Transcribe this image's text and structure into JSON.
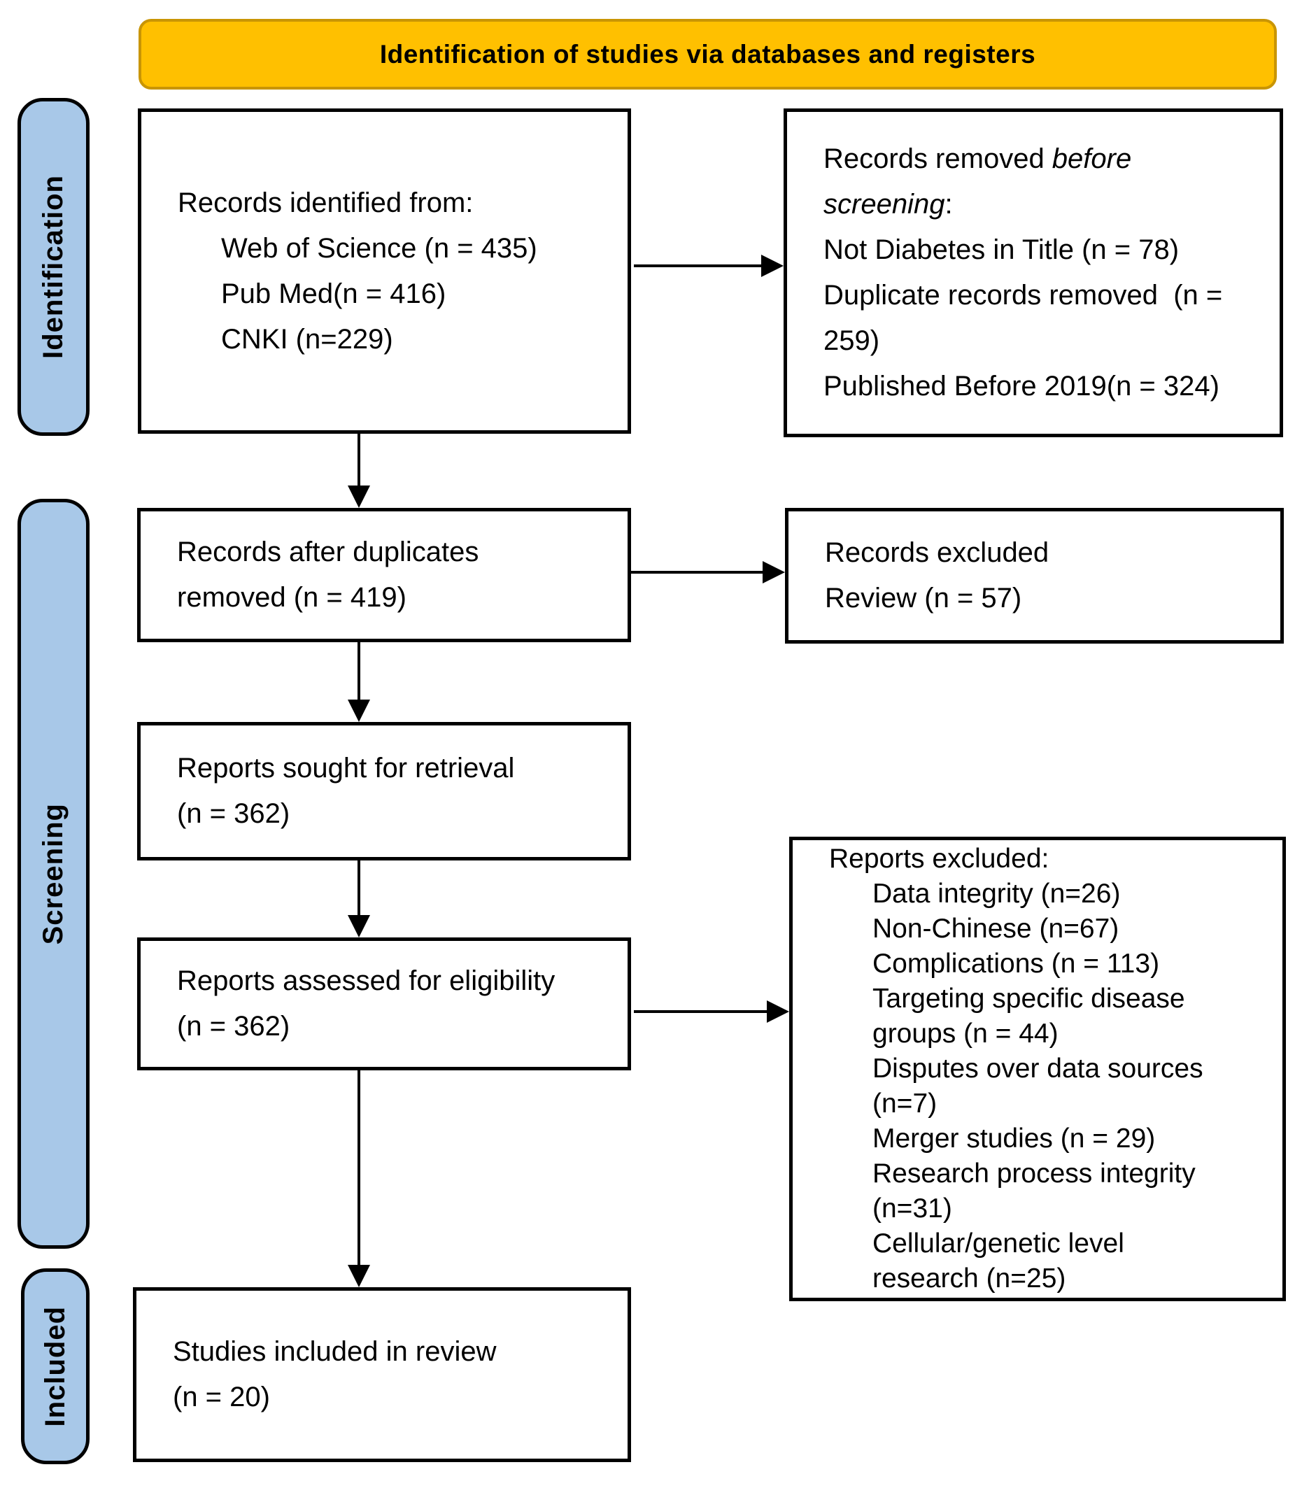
{
  "header": {
    "title": "Identification of studies via databases and registers"
  },
  "sidebar": {
    "identification": "Identification",
    "screening": "Screening",
    "included": "Included"
  },
  "boxes": {
    "records_identified": {
      "lines": [
        {
          "segments": [
            {
              "text": "Records identified from:"
            }
          ]
        },
        {
          "indent": true,
          "segments": [
            {
              "text": "Web of Science (n = 435)"
            }
          ]
        },
        {
          "indent": true,
          "segments": [
            {
              "text": "Pub Med(n = 416)"
            }
          ]
        },
        {
          "indent": true,
          "segments": [
            {
              "text": "CNKI (n=229)"
            }
          ]
        }
      ]
    },
    "records_removed": {
      "lines": [
        {
          "segments": [
            {
              "text": "Records removed "
            },
            {
              "text": "before",
              "italic": true
            }
          ]
        },
        {
          "segments": [
            {
              "text": "screening",
              "italic": true
            },
            {
              "text": ":"
            }
          ]
        },
        {
          "segments": [
            {
              "text": "Not Diabetes in Title (n = 78)"
            }
          ]
        },
        {
          "segments": [
            {
              "text": "Duplicate records removed  (n ="
            }
          ]
        },
        {
          "segments": [
            {
              "text": "259)"
            }
          ]
        },
        {
          "segments": [
            {
              "text": "Published Before 2019(n = 324)"
            }
          ]
        }
      ]
    },
    "records_after_duplicates": {
      "lines": [
        {
          "segments": [
            {
              "text": "Records after duplicates"
            }
          ]
        },
        {
          "segments": [
            {
              "text": "removed (n = 419)"
            }
          ]
        }
      ]
    },
    "records_excluded": {
      "lines": [
        {
          "segments": [
            {
              "text": "Records excluded"
            }
          ]
        },
        {
          "segments": [
            {
              "text": "Review (n = 57)"
            }
          ]
        }
      ]
    },
    "reports_sought": {
      "lines": [
        {
          "segments": [
            {
              "text": "Reports sought for retrieval"
            }
          ]
        },
        {
          "segments": [
            {
              "text": "(n = 362)"
            }
          ]
        }
      ]
    },
    "reports_assessed": {
      "lines": [
        {
          "segments": [
            {
              "text": "Reports assessed for eligibility"
            }
          ]
        },
        {
          "segments": [
            {
              "text": "(n = 362)"
            }
          ]
        }
      ]
    },
    "reports_excluded": {
      "lines": [
        {
          "segments": [
            {
              "text": "Reports excluded:"
            }
          ]
        },
        {
          "indent": true,
          "segments": [
            {
              "text": "Data integrity (n=26)"
            }
          ]
        },
        {
          "indent": true,
          "segments": [
            {
              "text": "Non-Chinese (n=67)"
            }
          ]
        },
        {
          "indent": true,
          "segments": [
            {
              "text": "Complications (n = 113)"
            }
          ]
        },
        {
          "indent": true,
          "segments": [
            {
              "text": "Targeting specific disease"
            }
          ]
        },
        {
          "indent": true,
          "segments": [
            {
              "text": "groups (n = 44)"
            }
          ]
        },
        {
          "indent": true,
          "segments": [
            {
              "text": "Disputes over data sources"
            }
          ]
        },
        {
          "indent": true,
          "segments": [
            {
              "text": "(n=7)"
            }
          ]
        },
        {
          "indent": true,
          "segments": [
            {
              "text": "Merger studies (n = 29)"
            }
          ]
        },
        {
          "indent": true,
          "segments": [
            {
              "text": "Research process integrity"
            }
          ]
        },
        {
          "indent": true,
          "segments": [
            {
              "text": "(n=31)"
            }
          ]
        },
        {
          "indent": true,
          "segments": [
            {
              "text": "Cellular/genetic level"
            }
          ]
        },
        {
          "indent": true,
          "segments": [
            {
              "text": "research (n=25)"
            }
          ]
        }
      ]
    },
    "studies_included": {
      "lines": [
        {
          "segments": [
            {
              "text": "Studies included in review"
            }
          ]
        },
        {
          "segments": [
            {
              "text": "(n = 20)"
            }
          ]
        }
      ]
    }
  },
  "colors": {
    "header_bg": "#FFC000",
    "header_border": "#C99504",
    "sidebar_bg": "#A8C8E8",
    "box_bg": "#FFFFFF",
    "line_color": "#000000"
  }
}
